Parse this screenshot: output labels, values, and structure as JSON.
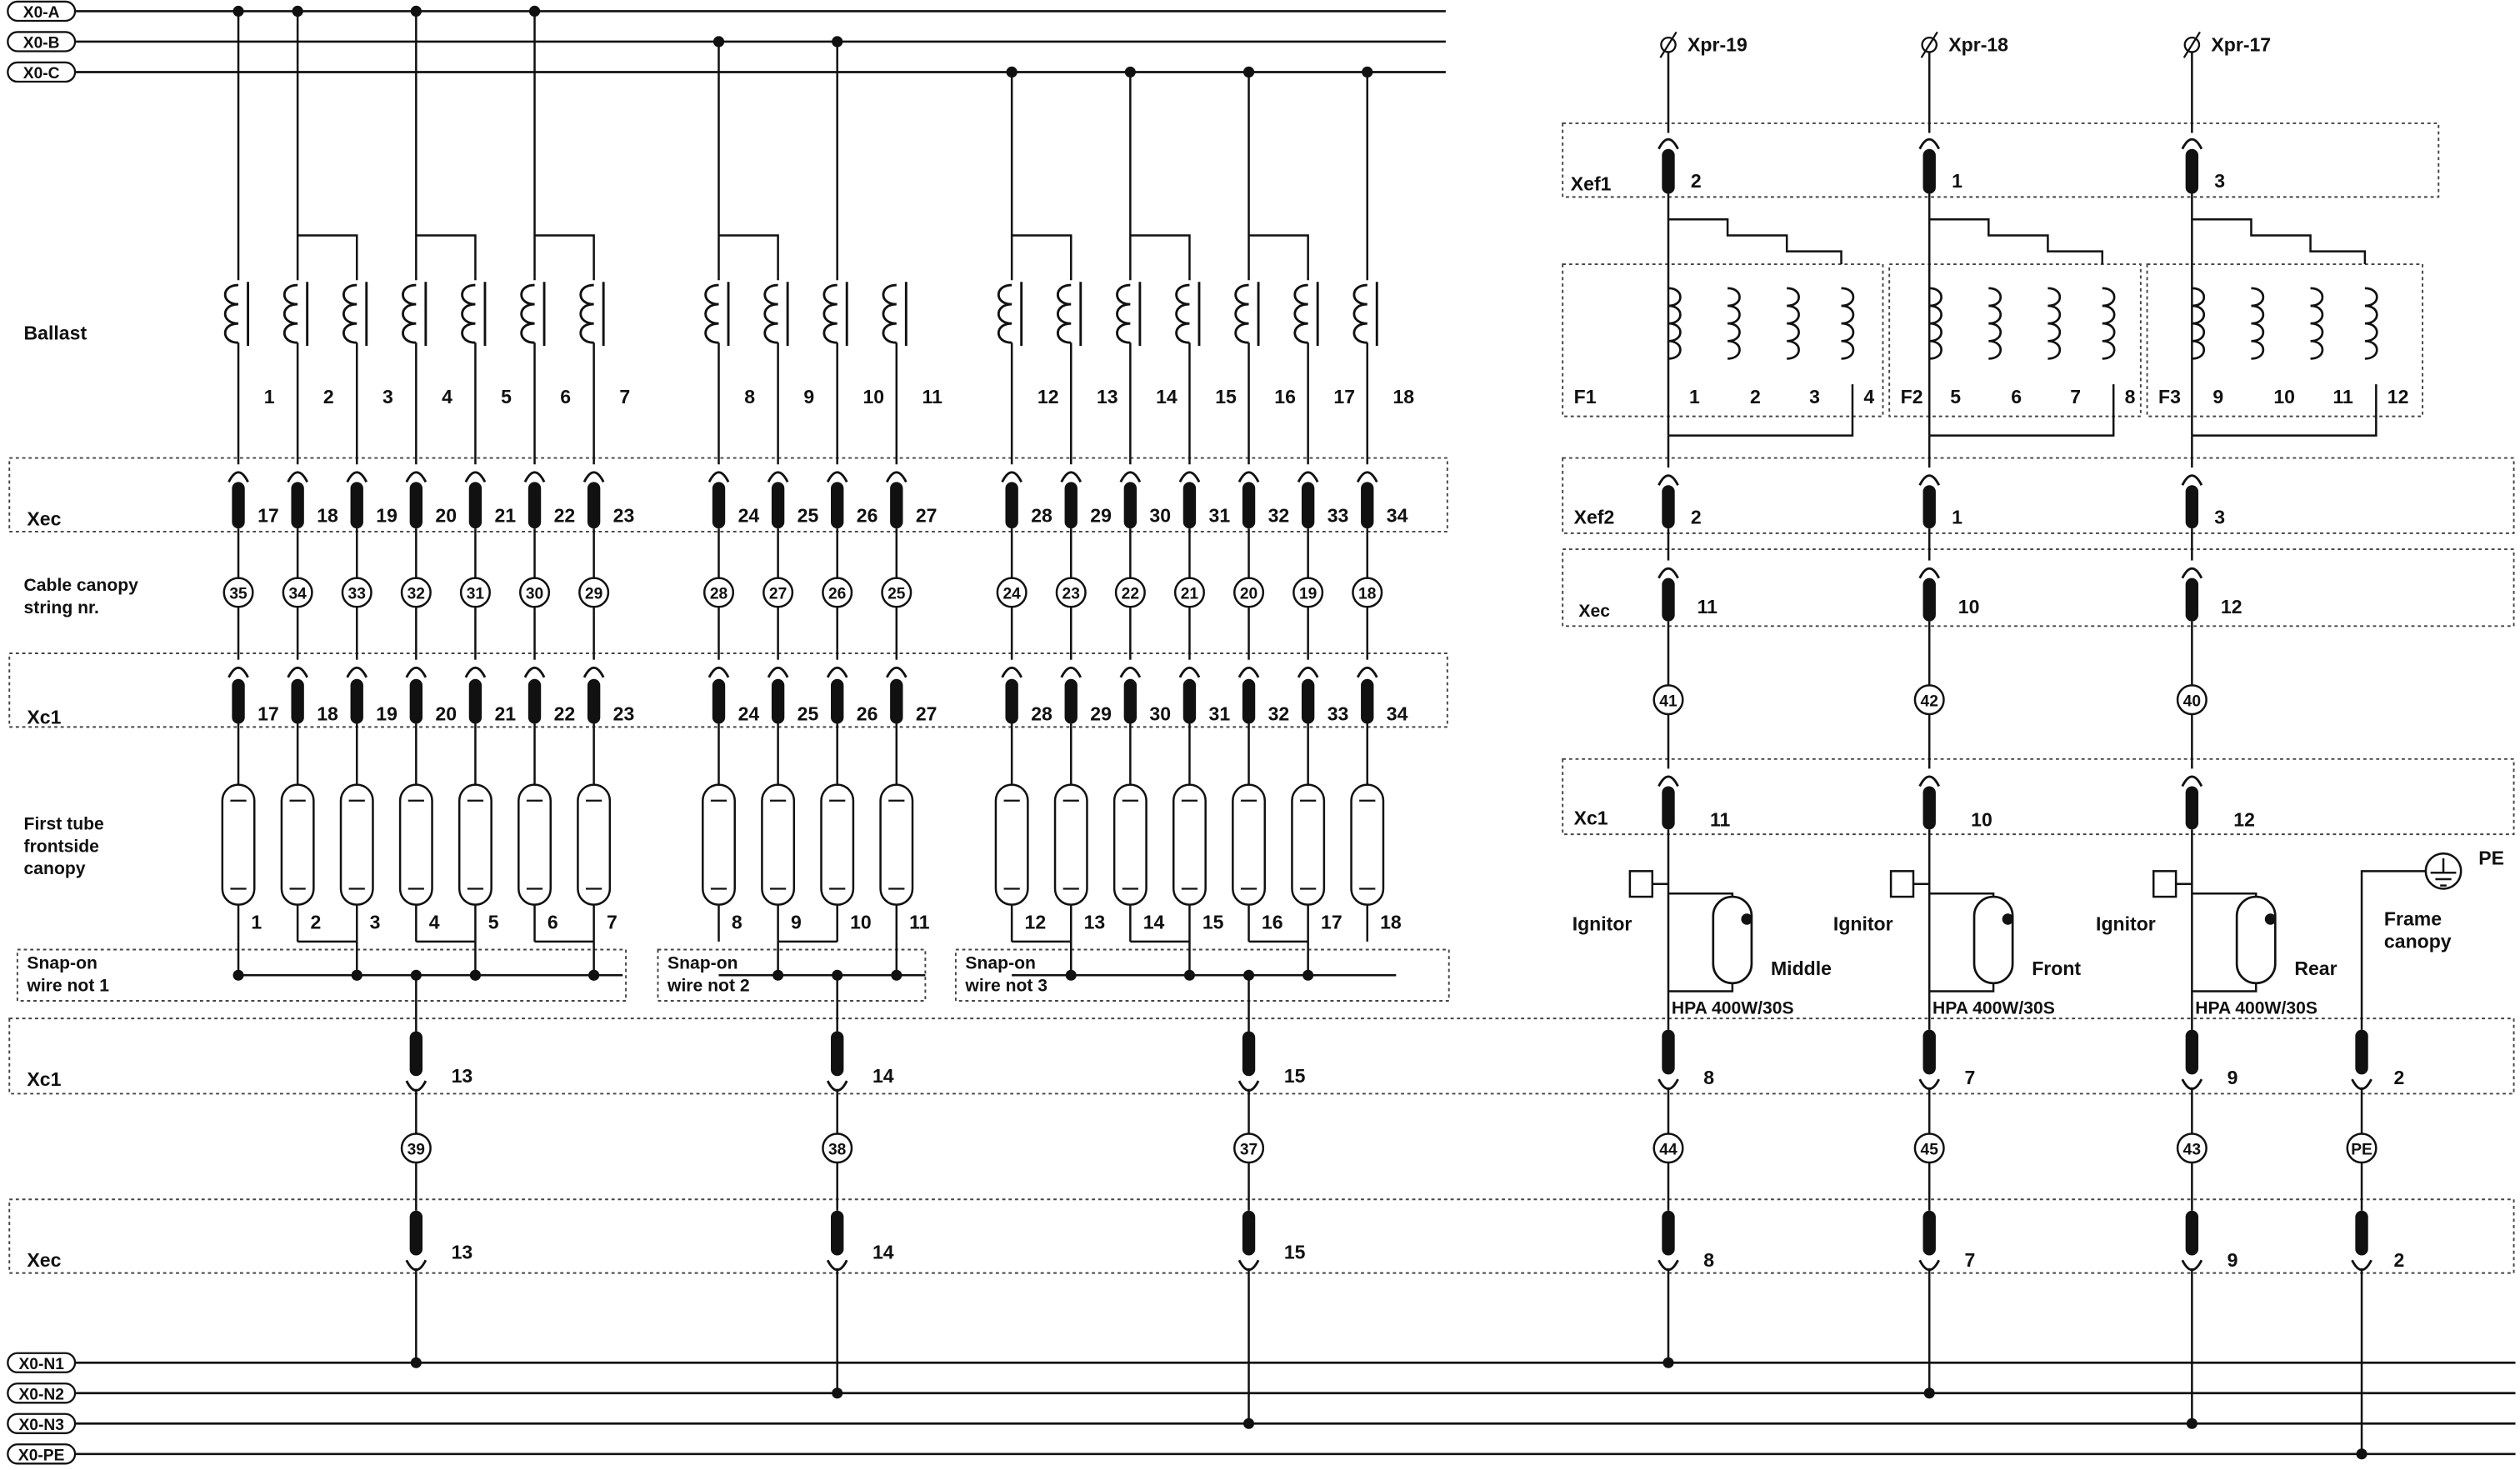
{
  "bus_labels": [
    "X0-A",
    "X0-B",
    "X0-C",
    "X0-N1",
    "X0-N2",
    "X0-N3",
    "X0-PE"
  ],
  "row_labels": {
    "ballast": "Ballast",
    "xec_top": "Xec",
    "cable_canopy_1": "Cable canopy",
    "cable_canopy_2": "string nr.",
    "xc1_top": "Xc1",
    "tube_1": "First tube",
    "tube_2": "frontside",
    "tube_3": "canopy",
    "xc1_bottom": "Xc1",
    "xec_bottom": "Xec"
  },
  "snap_on": [
    {
      "line1": "Snap-on",
      "line2": "wire not 1"
    },
    {
      "line1": "Snap-on",
      "line2": "wire not 2"
    },
    {
      "line1": "Snap-on",
      "line2": "wire not 3"
    }
  ],
  "left_columns": [
    {
      "ballast": "1",
      "xec": "17",
      "string": "35",
      "xc1": "17",
      "tube": "1"
    },
    {
      "ballast": "2",
      "xec": "18",
      "string": "34",
      "xc1": "18",
      "tube": "2"
    },
    {
      "ballast": "3",
      "xec": "19",
      "string": "33",
      "xc1": "19",
      "tube": "3"
    },
    {
      "ballast": "4",
      "xec": "20",
      "string": "32",
      "xc1": "20",
      "tube": "4"
    },
    {
      "ballast": "5",
      "xec": "21",
      "string": "31",
      "xc1": "21",
      "tube": "5"
    },
    {
      "ballast": "6",
      "xec": "22",
      "string": "30",
      "xc1": "22",
      "tube": "6"
    },
    {
      "ballast": "7",
      "xec": "23",
      "string": "29",
      "xc1": "23",
      "tube": "7"
    },
    {
      "ballast": "8",
      "xec": "24",
      "string": "28",
      "xc1": "24",
      "tube": "8"
    },
    {
      "ballast": "9",
      "xec": "25",
      "string": "27",
      "xc1": "25",
      "tube": "9"
    },
    {
      "ballast": "10",
      "xec": "26",
      "string": "26",
      "xc1": "26",
      "tube": "10"
    },
    {
      "ballast": "11",
      "xec": "27",
      "string": "25",
      "xc1": "27",
      "tube": "11"
    },
    {
      "ballast": "12",
      "xec": "28",
      "string": "24",
      "xc1": "28",
      "tube": "12"
    },
    {
      "ballast": "13",
      "xec": "29",
      "string": "23",
      "xc1": "29",
      "tube": "13"
    },
    {
      "ballast": "14",
      "xec": "30",
      "string": "22",
      "xc1": "30",
      "tube": "14"
    },
    {
      "ballast": "15",
      "xec": "31",
      "string": "21",
      "xc1": "31",
      "tube": "15"
    },
    {
      "ballast": "16",
      "xec": "32",
      "string": "20",
      "xc1": "32",
      "tube": "16"
    },
    {
      "ballast": "17",
      "xec": "33",
      "string": "19",
      "xc1": "33",
      "tube": "17"
    },
    {
      "ballast": "18",
      "xec": "34",
      "string": "18",
      "xc1": "34",
      "tube": "18"
    }
  ],
  "neutral_columns": [
    {
      "xc1": "13",
      "string": "39",
      "xec": "13"
    },
    {
      "xc1": "14",
      "string": "38",
      "xec": "14"
    },
    {
      "xc1": "15",
      "string": "37",
      "xec": "15"
    }
  ],
  "lamp_columns": [
    {
      "xpr": "Xpr-19",
      "xef1": "2",
      "fuse_box": "F1",
      "fuses": [
        "1",
        "2",
        "3",
        "4"
      ],
      "xef2": "2",
      "xec": "11",
      "string": "41",
      "xc1": "11",
      "ignitor": "Ignitor",
      "position": "Middle",
      "lamp": "HPA 400W/30S",
      "xc1b": "8",
      "string2": "44",
      "xecb": "8"
    },
    {
      "xpr": "Xpr-18",
      "xef1": "1",
      "fuse_box": "F2",
      "fuses": [
        "5",
        "6",
        "7",
        "8"
      ],
      "xef2": "1",
      "xec": "10",
      "string": "42",
      "xc1": "10",
      "ignitor": "Ignitor",
      "position": "Front",
      "lamp": "HPA 400W/30S",
      "xc1b": "7",
      "string2": "45",
      "xecb": "7"
    },
    {
      "xpr": "Xpr-17",
      "xef1": "3",
      "fuse_box": "F3",
      "fuses": [
        "9",
        "10",
        "11",
        "12"
      ],
      "xef2": "3",
      "xec": "12",
      "string": "40",
      "xc1": "12",
      "ignitor": "Ignitor",
      "position": "Rear",
      "lamp": "HPA 400W/30S",
      "xc1b": "9",
      "string2": "43",
      "xecb": "9"
    }
  ],
  "right_row_labels": {
    "xef1": "Xef1",
    "xef2": "Xef2",
    "xec": "Xec",
    "xc1": "Xc1"
  },
  "pe_column": {
    "earth": "PE",
    "label_1": "Frame",
    "label_2": "canopy",
    "xc1": "2",
    "string": "PE",
    "xec": "2"
  }
}
